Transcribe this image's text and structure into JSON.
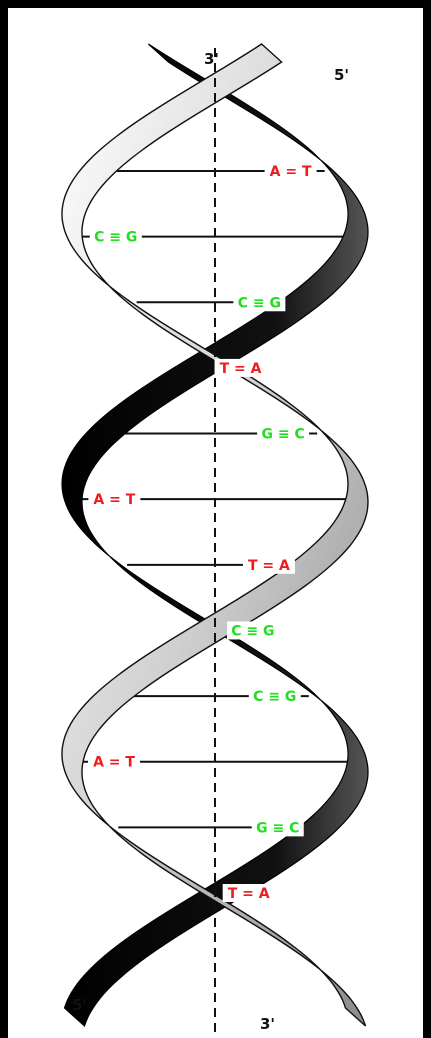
{
  "ends": {
    "top_left": "3'",
    "top_right": "5'",
    "bottom_left": "5'",
    "bottom_right": "3'"
  },
  "colors": {
    "gc": "#22dd22",
    "at": "#ee1c1c",
    "dark_strand": "#0a0a0a",
    "light_strand": "#d8d8d8",
    "axis": "#111111"
  },
  "base_pairs": [
    {
      "label": "A = T",
      "kind": "at"
    },
    {
      "label": "C ≡ G",
      "kind": "gc"
    },
    {
      "label": "C ≡ G",
      "kind": "gc"
    },
    {
      "label": "T = A",
      "kind": "at"
    },
    {
      "label": "G ≡ C",
      "kind": "gc"
    },
    {
      "label": "A = T",
      "kind": "at"
    },
    {
      "label": "T = A",
      "kind": "at"
    },
    {
      "label": "C ≡ G",
      "kind": "gc"
    },
    {
      "label": "C ≡ G",
      "kind": "gc"
    },
    {
      "label": "A = T",
      "kind": "at"
    },
    {
      "label": "G ≡ C",
      "kind": "gc"
    },
    {
      "label": "T = A",
      "kind": "at"
    }
  ]
}
